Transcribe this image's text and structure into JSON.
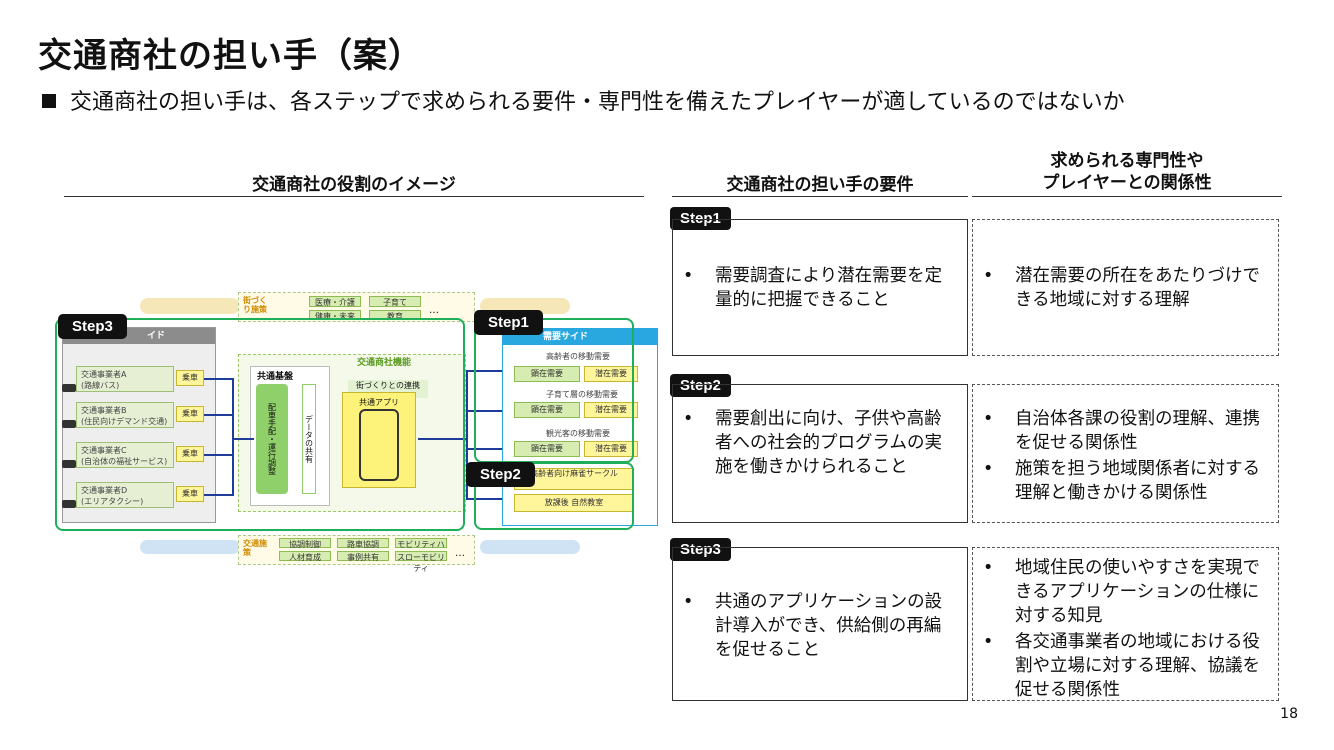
{
  "page": {
    "title": "交通商社の担い手（案）",
    "subtitle": "交通商社の担い手は、各ステップで求められる要件・専門性を備えたプレイヤーが適しているのではないか",
    "page_number": "18"
  },
  "columns": {
    "image_header": "交通商社の役割のイメージ",
    "requirements_header": "交通商社の担い手の要件",
    "expertise_header_line1": "求められる専門性や",
    "expertise_header_line2": "プレイヤーとの関係性"
  },
  "steps": [
    {
      "label": "Step1",
      "requirements": [
        "需要調査により潜在需要を定量的に把握できること"
      ],
      "expertise": [
        "潜在需要の所在をあたりづけできる地域に対する理解"
      ]
    },
    {
      "label": "Step2",
      "requirements": [
        "需要創出に向け、子供や高齢者への社会的プログラムの実施を働きかけられること"
      ],
      "expertise": [
        "自治体各課の役割の理解、連携を促せる関係性",
        "施策を担う地域関係者に対する理解と働きかける関係性"
      ]
    },
    {
      "label": "Step3",
      "requirements": [
        "共通のアプリケーションの設計導入ができ、供給側の再編を促せること"
      ],
      "expertise": [
        "地域住民の使いやすさを実現できるアプリケーションの仕様に対する知見",
        "各交通事業者の地域における役割や立場に対する理解、協議を促せる関係性"
      ]
    }
  ],
  "diagram": {
    "step3_label": "Step3",
    "step1_label": "Step1",
    "step2_label": "Step2",
    "supply_side": "イド",
    "demand_side": "需要サイド",
    "operators": [
      {
        "name": "交通事業者A",
        "sub": "(路線バス)",
        "action": "乗車"
      },
      {
        "name": "交通事業者B",
        "sub": "(住民向けデマンド交通)",
        "action": "乗車"
      },
      {
        "name": "交通事業者C",
        "sub": "(自治体の福祉サービス)",
        "action": "乗車"
      },
      {
        "name": "交通事業者D",
        "sub": "(エリアタクシー)",
        "action": "乗車"
      }
    ],
    "center_title": "交通商社機能",
    "common_infra": "共通基盤",
    "dispatch": "配車手配・運行調整",
    "data_share": "データの共有",
    "common_app": "共通アプリ",
    "town_link": "街づくりとの連携",
    "top_label": "街づくり施策",
    "top_items": [
      "医療・介護",
      "子育て",
      "健康・未来",
      "教育"
    ],
    "bottom_label": "交通施策",
    "bottom_items": [
      "協調制御",
      "路車協調",
      "モビリティハブ",
      "人材育成",
      "事例共有",
      "スローモビリティ"
    ],
    "ellipsis": "…",
    "demand_groups": [
      {
        "title": "高齢者の移動需要",
        "visible": "顕在需要",
        "latent": "潜在需要"
      },
      {
        "title": "子育て層の移動需要",
        "visible": "顕在需要",
        "latent": "潜在需要"
      },
      {
        "title": "観光客の移動需要",
        "visible": "顕在需要",
        "latent": "潜在需要"
      }
    ],
    "programs": [
      "高齢者向け麻雀サークル",
      "放課後 自然教室"
    ]
  }
}
